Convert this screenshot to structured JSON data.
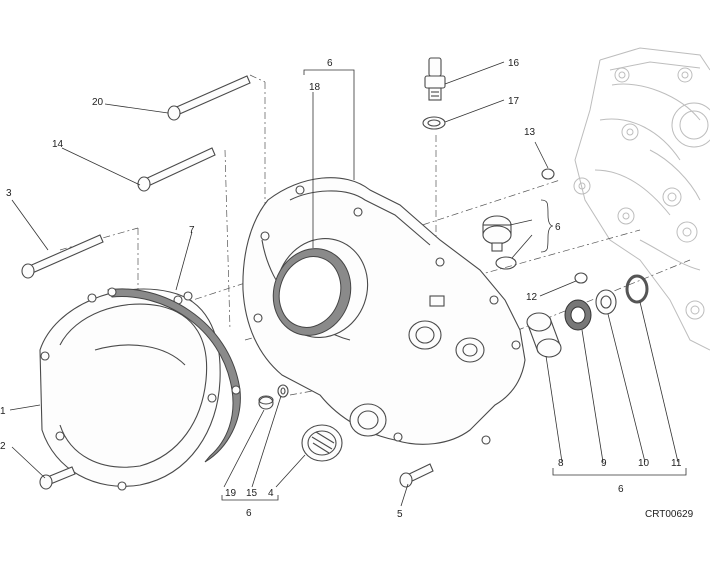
{
  "figure_code": "CRT00629",
  "callouts": [
    "1",
    "2",
    "3",
    "4",
    "5",
    "6",
    "7",
    "8",
    "9",
    "10",
    "11",
    "12",
    "13",
    "14",
    "15",
    "16",
    "17",
    "18",
    "19",
    "20"
  ],
  "group_labels": {
    "top_cover": "6",
    "right_bracket": "6",
    "bottom_left": "6",
    "bottom_right": "6"
  }
}
